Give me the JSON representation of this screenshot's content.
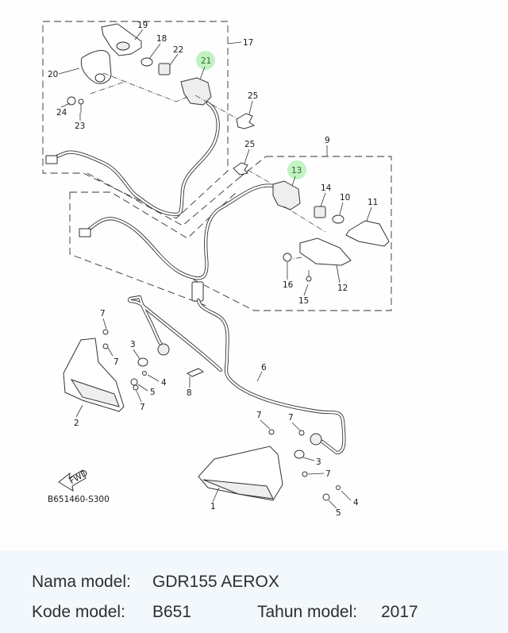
{
  "diagram": {
    "code": "B651460-S300",
    "fwd_label": "FWD",
    "highlight_color": "#b7f0b9",
    "callouts": [
      {
        "id": "1",
        "label": "1"
      },
      {
        "id": "2",
        "label": "2"
      },
      {
        "id": "3a",
        "label": "3"
      },
      {
        "id": "3b",
        "label": "3"
      },
      {
        "id": "4a",
        "label": "4"
      },
      {
        "id": "4b",
        "label": "4"
      },
      {
        "id": "5a",
        "label": "5"
      },
      {
        "id": "5b",
        "label": "5"
      },
      {
        "id": "6",
        "label": "6"
      },
      {
        "id": "7a",
        "label": "7"
      },
      {
        "id": "7b",
        "label": "7"
      },
      {
        "id": "7c",
        "label": "7"
      },
      {
        "id": "7d",
        "label": "7"
      },
      {
        "id": "7e",
        "label": "7"
      },
      {
        "id": "7f",
        "label": "7"
      },
      {
        "id": "8",
        "label": "8"
      },
      {
        "id": "9",
        "label": "9"
      },
      {
        "id": "10",
        "label": "10"
      },
      {
        "id": "11",
        "label": "11"
      },
      {
        "id": "12",
        "label": "12"
      },
      {
        "id": "14",
        "label": "14"
      },
      {
        "id": "15",
        "label": "15"
      },
      {
        "id": "16",
        "label": "16"
      },
      {
        "id": "17",
        "label": "17"
      },
      {
        "id": "18",
        "label": "18"
      },
      {
        "id": "19",
        "label": "19"
      },
      {
        "id": "20",
        "label": "20"
      },
      {
        "id": "22",
        "label": "22"
      },
      {
        "id": "23",
        "label": "23"
      },
      {
        "id": "24",
        "label": "24"
      },
      {
        "id": "25a",
        "label": "25"
      },
      {
        "id": "25b",
        "label": "25"
      }
    ],
    "highlighted_callouts": [
      {
        "id": "21",
        "label": "21"
      },
      {
        "id": "13",
        "label": "13"
      }
    ]
  },
  "info": {
    "model_name_label": "Nama model:",
    "model_name_value": "GDR155 AEROX",
    "model_code_label": "Kode model:",
    "model_code_value": "B651",
    "model_year_label": "Tahun model:",
    "model_year_value": "2017"
  }
}
